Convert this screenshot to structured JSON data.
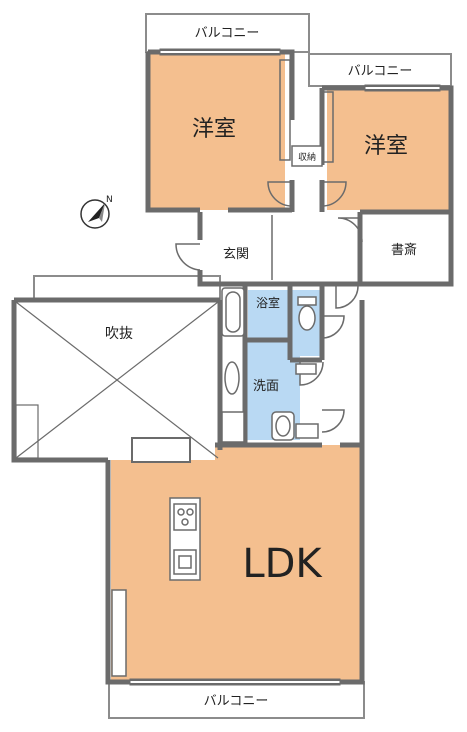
{
  "rooms": {
    "western_room_1": "洋室",
    "western_room_2": "洋室",
    "storage": "収納",
    "entrance": "玄関",
    "study": "書斎",
    "bathroom": "浴室",
    "washroom": "洗面",
    "atrium": "吹抜",
    "ldk": "LDK"
  },
  "balconies": {
    "top_left": "バルコニー",
    "top_right": "バルコニー",
    "bottom": "バルコニー"
  },
  "compass": {
    "north_label": "N"
  },
  "colors": {
    "room_orange": "#f4bf8f",
    "wet_area_blue": "#b9d9f3",
    "wall": "#6b6b6b",
    "balcony_line": "#8c8c8c"
  }
}
